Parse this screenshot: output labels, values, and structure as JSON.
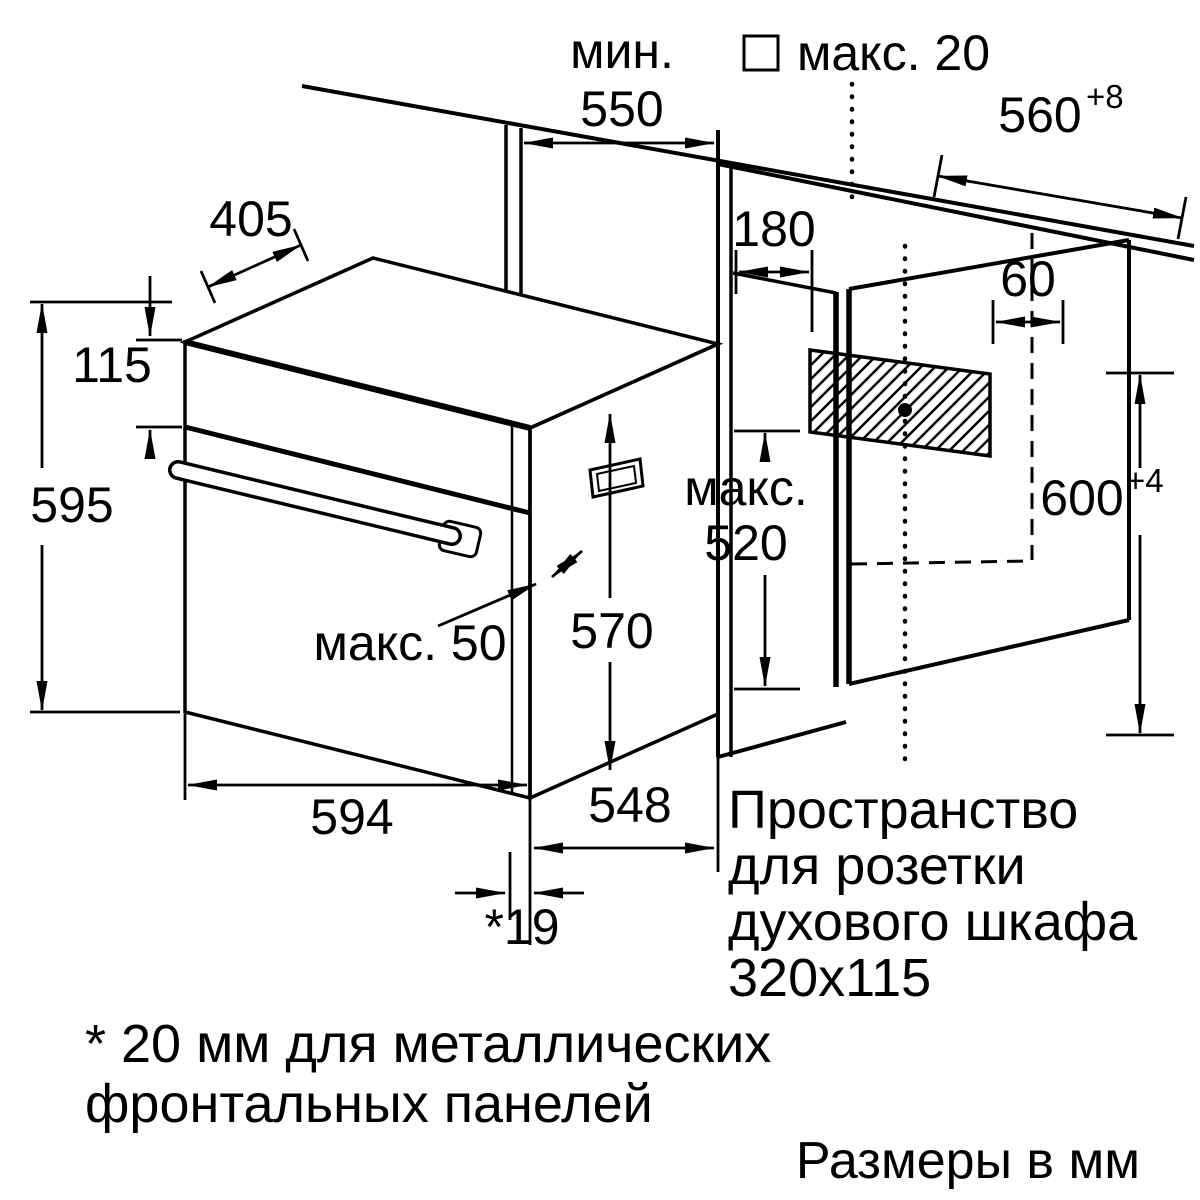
{
  "diagram": {
    "dimensions": {
      "min_label": "мин.",
      "min_value": "550",
      "max_gap": "макс. 20",
      "niche_width": "560",
      "niche_width_tol": "+8",
      "top_depth": "405",
      "socket_left_offset": "180",
      "socket_right_offset": "60",
      "panel_height": "115",
      "oven_height": "595",
      "max_label": "макс.",
      "max_value": "520",
      "niche_height": "600",
      "niche_height_tol": "+4",
      "body_height": "570",
      "max_handle": "макс. 50",
      "oven_width": "594",
      "body_depth": "548",
      "frame_depth": "*19"
    },
    "socket_note": [
      "Пространство",
      "для розетки",
      "духового шкафа",
      "320x115"
    ],
    "footnote": [
      "* 20 мм для металлических",
      "фронтальных панелей"
    ],
    "units_note": "Размеры в мм",
    "colors": {
      "line": "#000000",
      "background": "#ffffff"
    }
  }
}
